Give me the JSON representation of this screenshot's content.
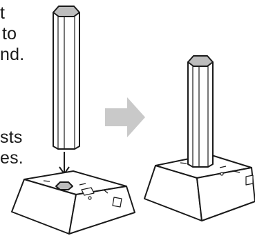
{
  "text_fragments": {
    "line1": "t",
    "line2": "to",
    "line3": "nd.",
    "line4": "sts",
    "line5": "es."
  },
  "colors": {
    "outline": "#1a1a1a",
    "arrow": "#c9c9c9",
    "cap": "#bdbdbd",
    "background": "#ffffff"
  },
  "icons": {
    "transition_arrow": "right-arrow-icon",
    "insert_arrow": "down-arrow-icon"
  }
}
